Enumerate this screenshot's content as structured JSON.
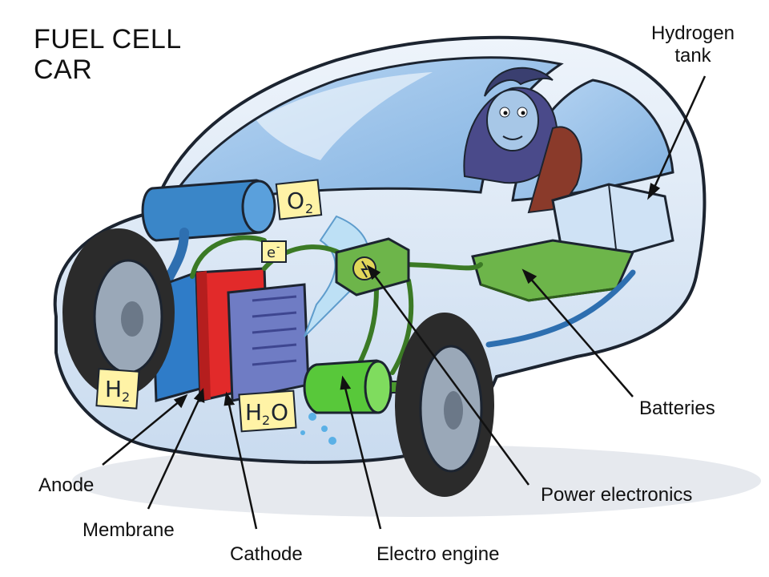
{
  "title": {
    "line1": "FUEL CELL",
    "line2": "CAR"
  },
  "labels": {
    "hydrogen_tank": {
      "line1": "Hydrogen",
      "line2": "tank"
    },
    "batteries": "Batteries",
    "power_electronics": "Power electronics",
    "electro_engine": "Electro engine",
    "cathode": "Cathode",
    "membrane": "Membrane",
    "anode": "Anode"
  },
  "chem_tags": {
    "oxygen": "O",
    "oxygen_sub": "2",
    "hydrogen": "H",
    "hydrogen_sub": "2",
    "water": "H",
    "water_sub": "2",
    "water_tail": "O",
    "electron": "e",
    "electron_sup": "-"
  },
  "colors": {
    "body_fill": "#dfeaf6",
    "body_stroke": "#1c2430",
    "glass": "#9fc4ea",
    "tank_blue": "#3a86c8",
    "membrane_red": "#e22a2a",
    "cathode_purple": "#6f7cc4",
    "green_component": "#5ea33c",
    "engine_green": "#58c83a",
    "tag_yellow": "#fff3a6",
    "tire": "#2b2b2b"
  }
}
